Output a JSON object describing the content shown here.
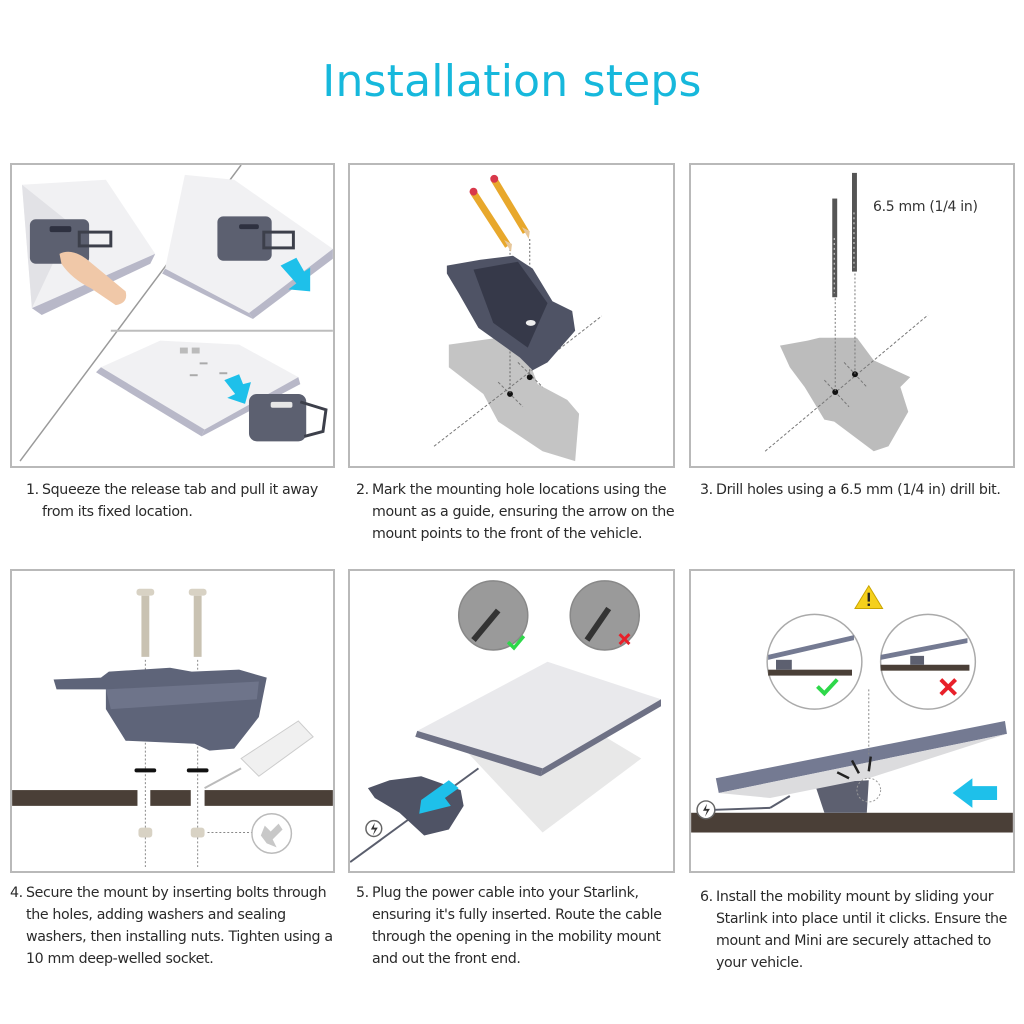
{
  "page": {
    "title": "Installation steps",
    "title_color": "#16b8dc"
  },
  "colors": {
    "accent_arrow": "#1ec0ea",
    "mount_gray": "#5c6070",
    "panel_border": "#b9b9b9",
    "wood": "#4a3f37",
    "check_green": "#2ed84a",
    "cross_red": "#e8202a",
    "warning_yellow": "#f5d01c"
  },
  "steps": [
    {
      "number": "1.",
      "text": "Squeeze the release tab and pull it away from its fixed location.",
      "illustration": "release-tab-removal"
    },
    {
      "number": "2.",
      "text": "Mark the mounting hole locations using the mount as a guide, ensuring the arrow on the mount points to the front of the vehicle.",
      "illustration": "mark-holes-with-pencils"
    },
    {
      "number": "3.",
      "text": "Drill holes using a 6.5 mm (1/4 in) drill bit.",
      "illustration": "drill-holes",
      "drill_label": "6.5 mm (1/4 in)"
    },
    {
      "number": "4.",
      "text": "Secure the mount by inserting bolts through the holes, adding washers and sealing washers, then installing nuts. Tighten using a 10 mm deep-welled socket.",
      "illustration": "bolts-washers-nuts"
    },
    {
      "number": "5.",
      "text": "Plug the power cable into your Starlink, ensuring it's fully inserted. Route the cable through the opening in the mobility mount and out the front end.",
      "illustration": "plug-power-cable"
    },
    {
      "number": "6.",
      "text": "Install the mobility mount by sliding your Starlink into place until it clicks. Ensure the mount and Mini are securely attached to your vehicle.",
      "illustration": "slide-into-mount"
    }
  ]
}
